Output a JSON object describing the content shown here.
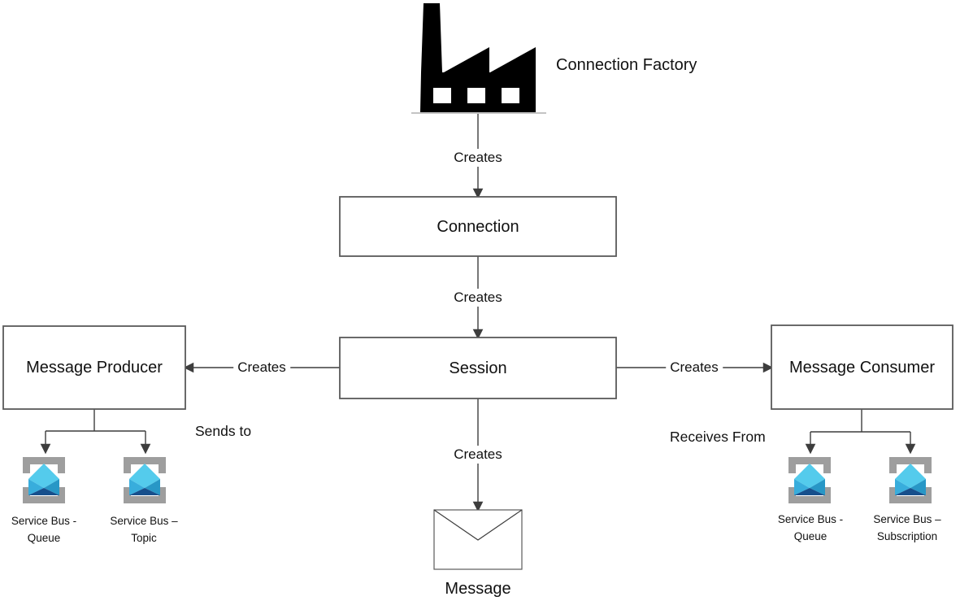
{
  "diagram": {
    "factory": {
      "label": "Connection Factory"
    },
    "boxes": {
      "connection": "Connection",
      "session": "Session",
      "producer": "Message Producer",
      "consumer": "Message Consumer"
    },
    "edges": {
      "factory_to_connection": "Creates",
      "connection_to_session": "Creates",
      "session_to_producer": "Creates",
      "session_to_consumer": "Creates",
      "session_to_message": "Creates",
      "producer_to_destinations": "Sends to",
      "consumer_from_sources": "Receives From"
    },
    "message": {
      "label": "Message"
    },
    "service_bus": {
      "producer_queue": "Service Bus - Queue",
      "producer_topic": "Service Bus – Topic",
      "consumer_queue": "Service Bus - Queue",
      "consumer_subscription": "Service Bus – Subscription"
    },
    "colors": {
      "line": "#3d3d3d",
      "box_border": "#5a5a5a",
      "icon_black": "#000000",
      "bracket_gray": "#9e9e9e",
      "envelope_flap": "#54cbec",
      "envelope_left": "#38addc",
      "envelope_right": "#2897c6",
      "envelope_navy": "#174f8c",
      "ground_gray": "#c4c4c4"
    }
  }
}
